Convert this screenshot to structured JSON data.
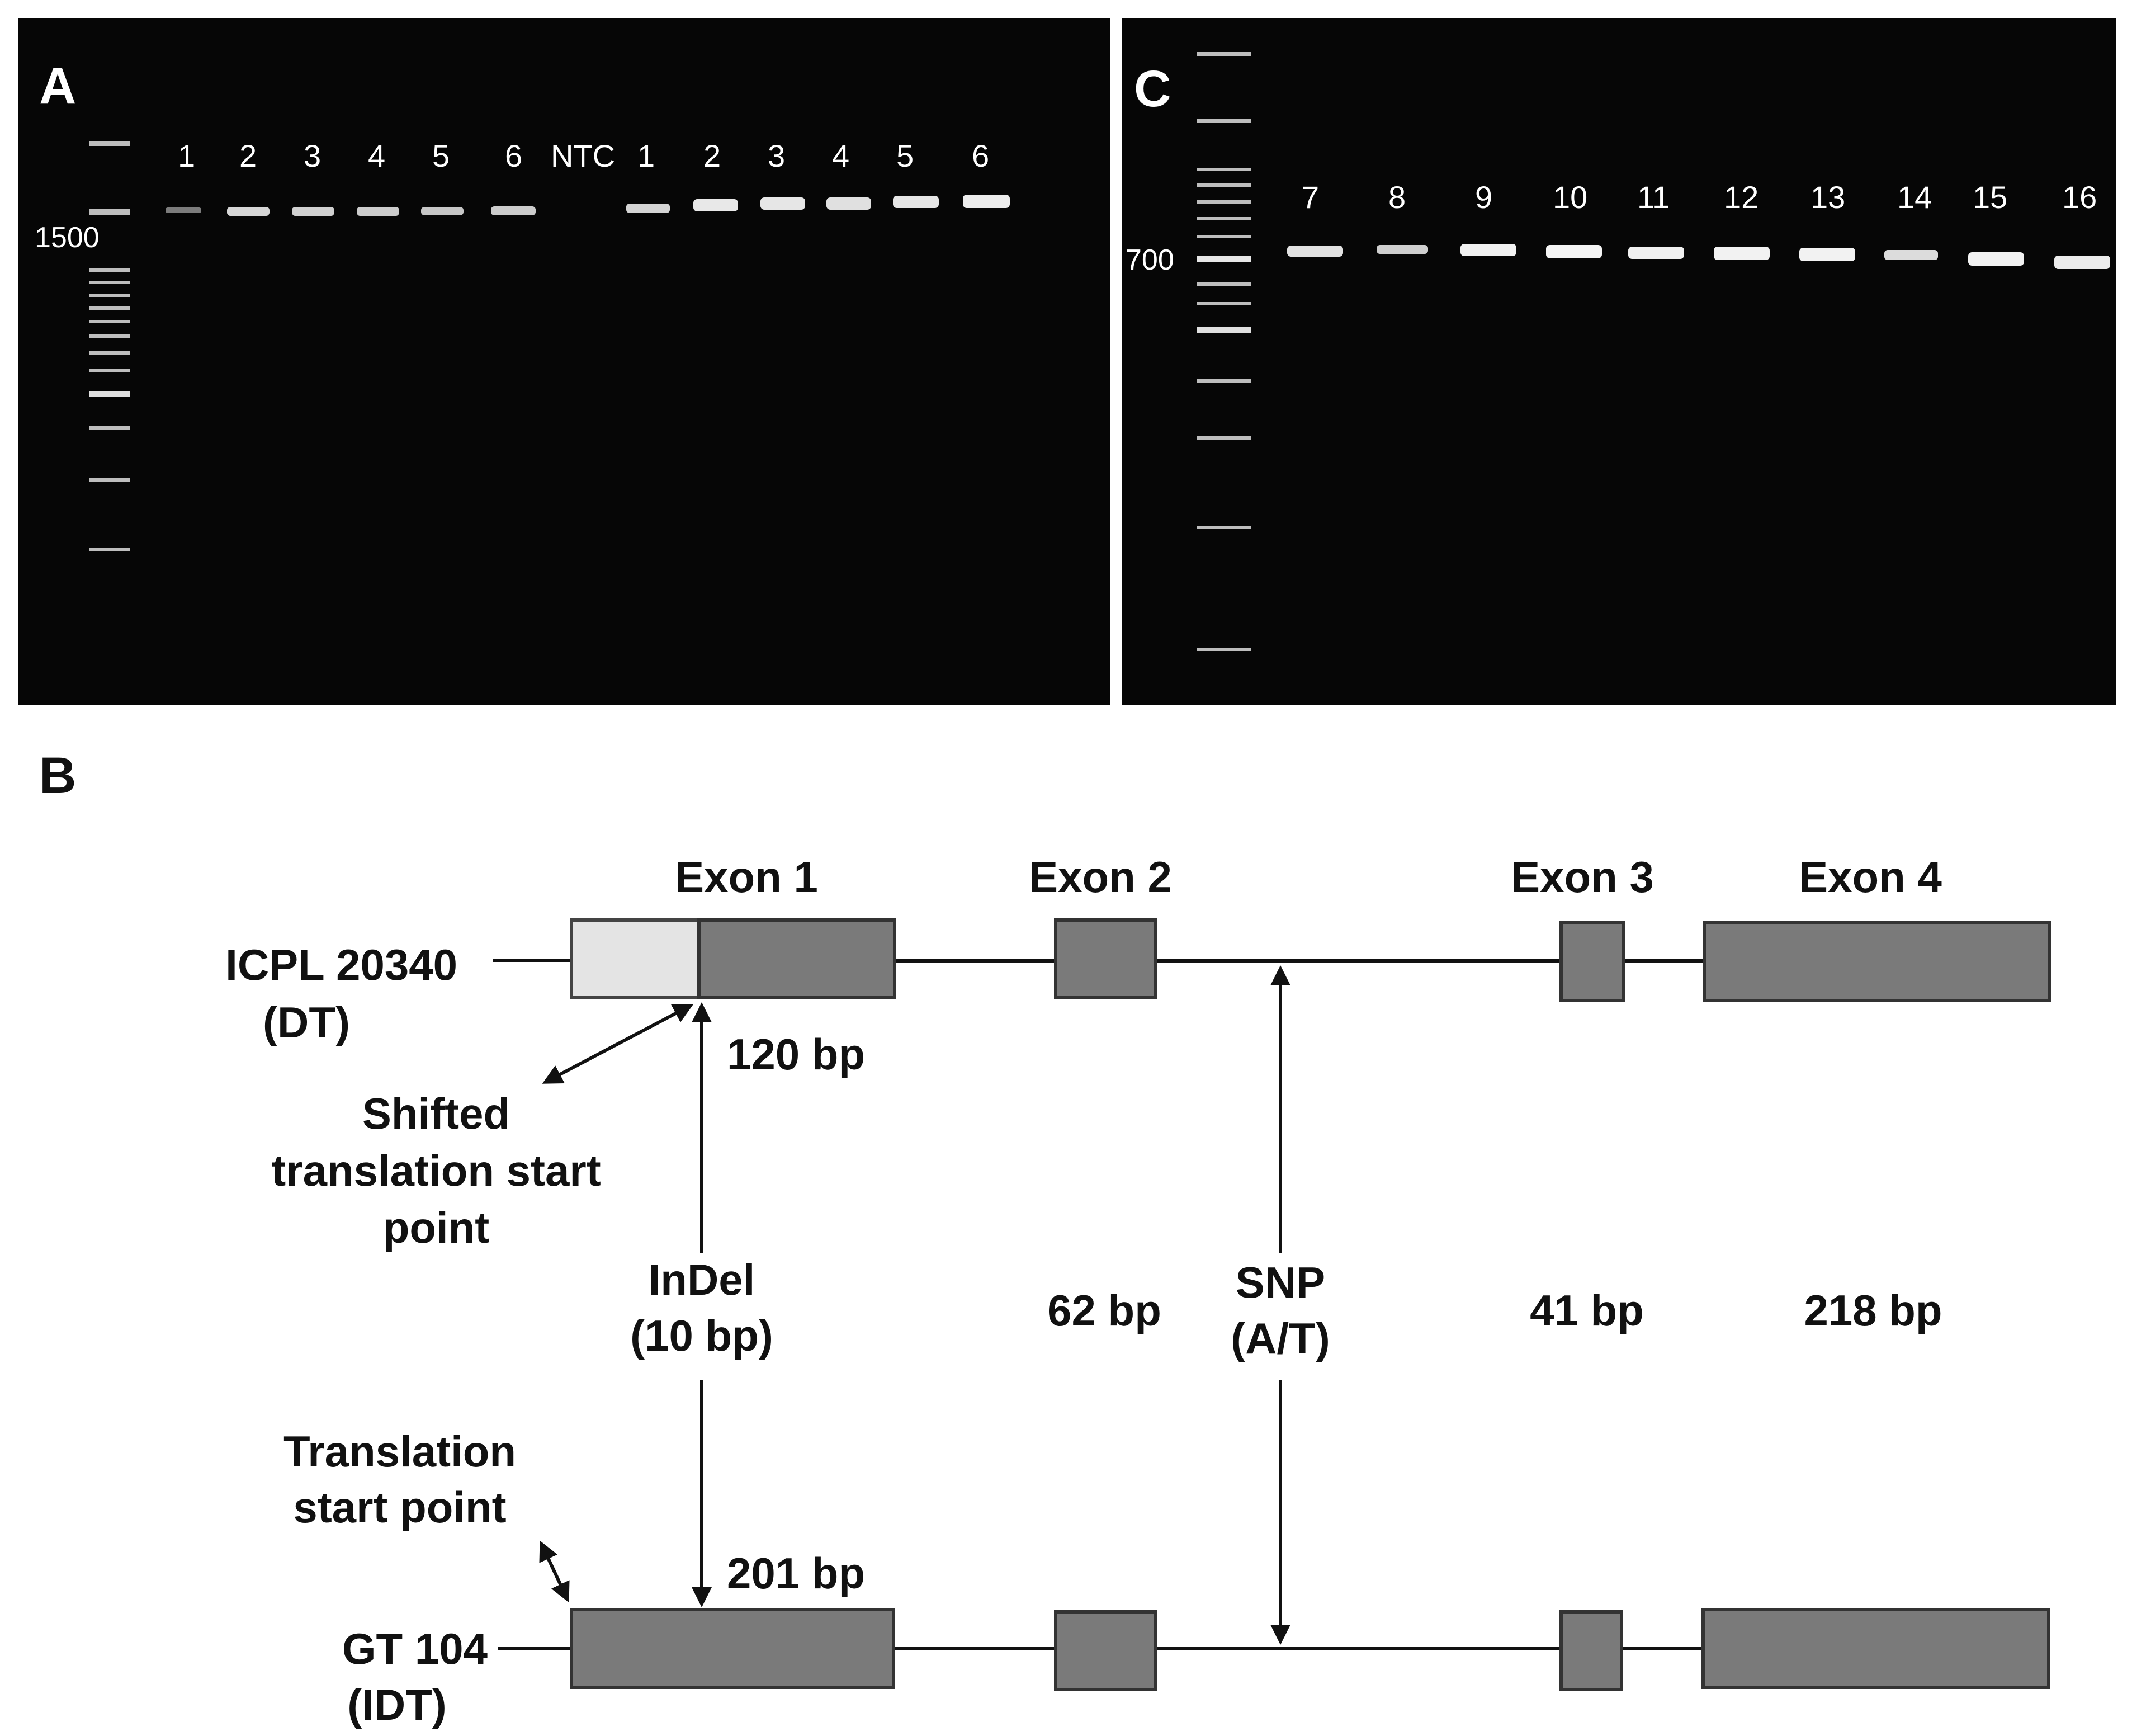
{
  "panels": {
    "A": {
      "letter": "A",
      "marker_label": "1500",
      "lanes_left": [
        "1",
        "2",
        "3",
        "4",
        "5",
        "6"
      ],
      "ntc_label": "NTC",
      "lanes_right": [
        "1",
        "2",
        "3",
        "4",
        "5",
        "6"
      ]
    },
    "C": {
      "letter": "C",
      "marker_label": "700",
      "lanes": [
        "7",
        "8",
        "9",
        "10",
        "11",
        "12",
        "13",
        "14",
        "15",
        "16"
      ]
    },
    "B": {
      "letter": "B",
      "exons": [
        "Exon 1",
        "Exon 2",
        "Exon 3",
        "Exon 4"
      ],
      "top_gene": {
        "name": "ICPL 20340",
        "type": "(DT)"
      },
      "bottom_gene": {
        "name": "GT 104",
        "type": "(IDT)"
      },
      "exon1_top_size": "120 bp",
      "exon1_bottom_size": "201 bp",
      "exon2_size": "62 bp",
      "exon3_size": "41 bp",
      "exon4_size": "218 bp",
      "shifted_start": [
        "Shifted",
        "translation start",
        "point"
      ],
      "translation_start": [
        "Translation",
        "start point"
      ],
      "indel": [
        "InDel",
        "(10 bp)"
      ],
      "snp": [
        "SNP",
        "(A/T)"
      ]
    }
  },
  "colors": {
    "gel_background": "#060606",
    "exon_fill": "#7a7a7a",
    "utr_fill": "#e4e4e4",
    "line": "#111111"
  }
}
